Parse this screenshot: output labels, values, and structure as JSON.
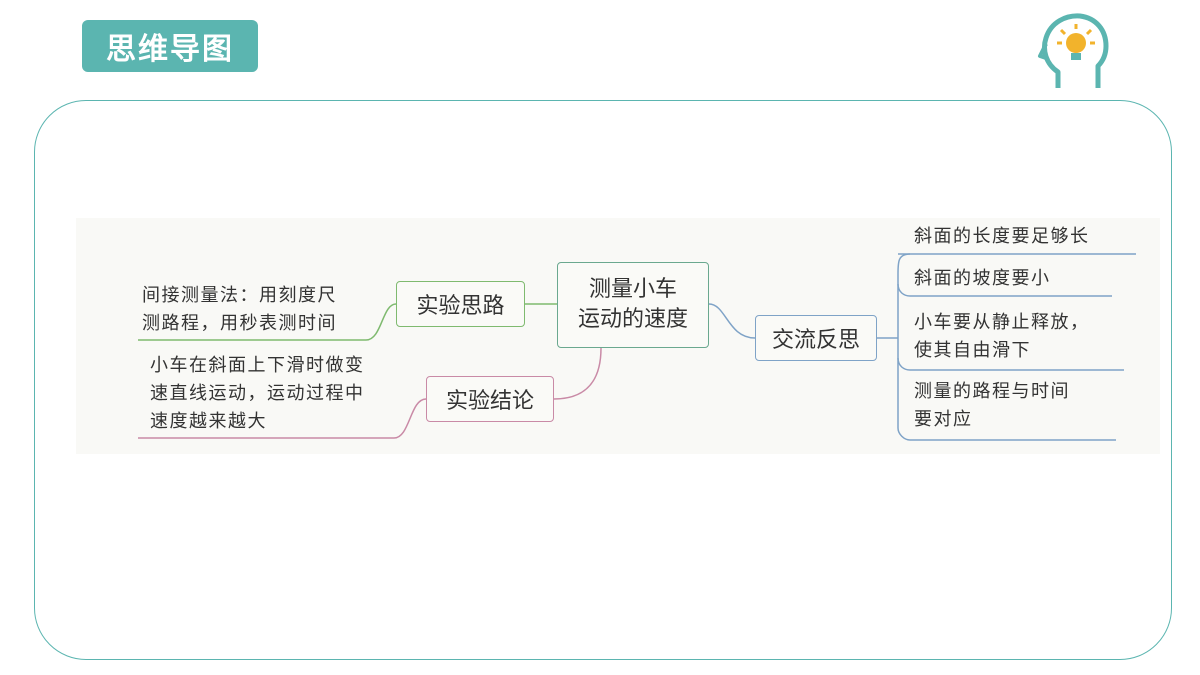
{
  "title": "思维导图",
  "icons": {
    "head": "head-lightbulb-icon"
  },
  "colors": {
    "teal": "#5bb5b0",
    "green": "#7fba6f",
    "pink": "#c98aa6",
    "blue": "#7fa3c7",
    "center": "#6aa88f"
  },
  "mindmap": {
    "center": {
      "line1": "测量小车",
      "line2": "运动的速度"
    },
    "branches": {
      "idea": {
        "label": "实验思路",
        "leaf": {
          "line1": "间接测量法：用刻度尺",
          "line2": "测路程，用秒表测时间"
        }
      },
      "conclusion": {
        "label": "实验结论",
        "leaf": {
          "line1": "小车在斜面上下滑时做变",
          "line2": "速直线运动，运动过程中",
          "line3": "速度越来越大"
        }
      },
      "reflection": {
        "label": "交流反思",
        "leaves": [
          {
            "line1": "斜面的长度要足够长"
          },
          {
            "line1": "斜面的坡度要小"
          },
          {
            "line1": "小车要从静止释放，",
            "line2": "使其自由滑下"
          },
          {
            "line1": "测量的路程与时间",
            "line2": "要对应"
          }
        ]
      }
    }
  }
}
